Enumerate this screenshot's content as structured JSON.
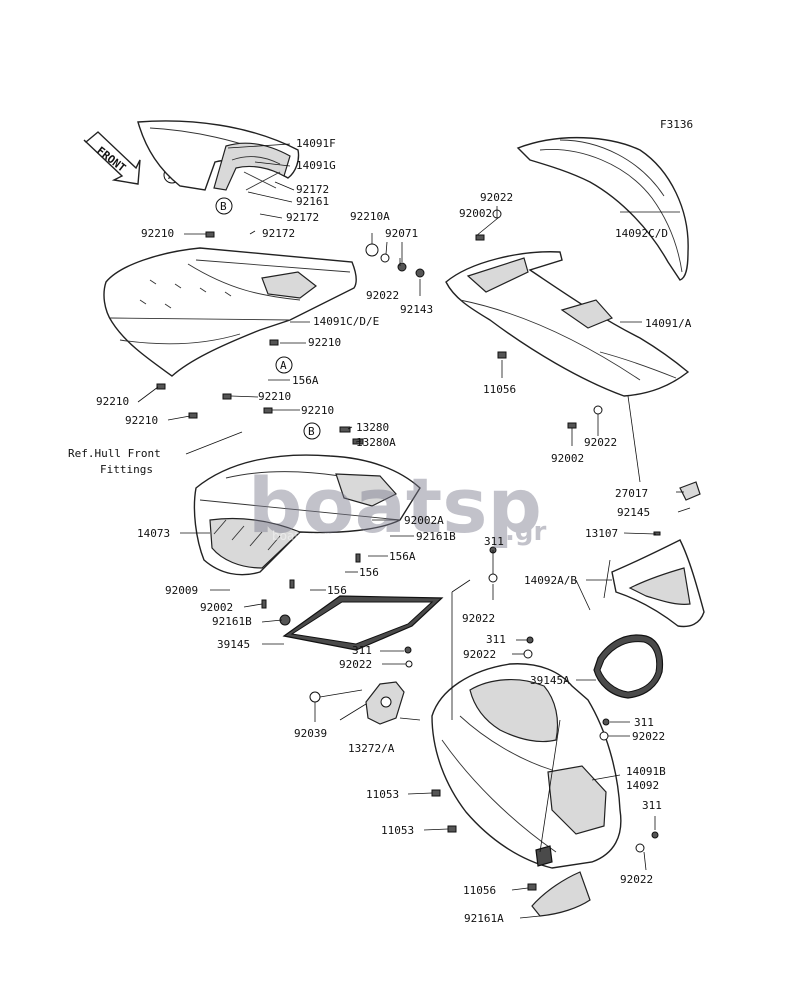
{
  "figure_code": "F3136",
  "front_arrow_label": "FRONT",
  "reference_label_line1": "Ref.Hull Front",
  "reference_label_line2": "Fittings",
  "markers": [
    "A",
    "B",
    "A",
    "B"
  ],
  "watermark": {
    "main": "boatsp",
    "suffix": ".gr",
    "tagline": "boat spare parts"
  },
  "labels": {
    "p14091F": "14091F",
    "p14091G": "14091G",
    "p92172a": "92172",
    "p92161a": "92161",
    "p92172b": "92172",
    "p92172c": "92172",
    "p92210a": "92210",
    "p92210A": "92210A",
    "p92071": "92071",
    "p92022a": "92022",
    "p92143": "92143",
    "p92022b": "92022",
    "p92002a": "92002",
    "p14092CD": "14092C/D",
    "p14091CDE": "14091C/D/E",
    "p92210b": "92210",
    "p14091A": "14091/A",
    "p156A": "156A",
    "p11056a": "11056",
    "p92210c": "92210",
    "p92210d": "92210",
    "p92210e": "92210",
    "p92210f": "92210",
    "p13280": "13280",
    "p13280A": "13280A",
    "p92022c": "92022",
    "p92002b": "92002",
    "p27017": "27017",
    "p92145": "92145",
    "p13107": "13107",
    "p92002A": "92002A",
    "p14073": "14073",
    "p92161B": "92161B",
    "p156Ab": "156A",
    "p311a": "311",
    "p156b": "156",
    "p156c": "156",
    "p92009": "92009",
    "p92002c": "92002",
    "p92161Bb": "92161B",
    "p14092AB": "14092A/B",
    "p92022d": "92022",
    "p39145": "39145",
    "p311b": "311",
    "p92022e": "92022",
    "p311c": "311",
    "p92022f": "92022",
    "p39145A": "39145A",
    "p92039": "92039",
    "p13272A": "13272/A",
    "p311d": "311",
    "p92022g": "92022",
    "p11053a": "11053",
    "p14091B": "14091B",
    "p14092": "14092",
    "p311e": "311",
    "p11053b": "11053",
    "p92022h": "92022",
    "p11056b": "11056",
    "p92161A": "92161A"
  }
}
